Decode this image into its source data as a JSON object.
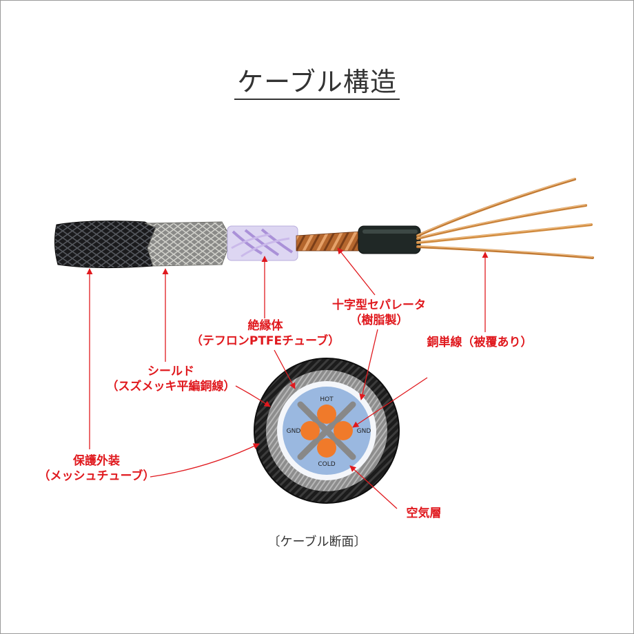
{
  "title": "ケーブル構造",
  "labels": {
    "outer_jacket": [
      "保護外装",
      "（メッシュチューブ）"
    ],
    "shield": [
      "シールド",
      "（スズメッキ平編銅線）"
    ],
    "insulator": [
      "絶縁体",
      "（テフロンPTFEチューブ）"
    ],
    "separator": [
      "十字型セパレータ",
      "（樹脂製）"
    ],
    "copper_wire": "銅単線（被覆あり）",
    "air_layer": "空気層"
  },
  "cross_section": {
    "hot": "HOT",
    "cold": "COLD",
    "gnd_left": "GND",
    "gnd_right": "GND"
  },
  "caption": "〔ケーブル断面〕",
  "colors": {
    "label_red": "#e0191e",
    "conductor_orange": "#f07a2a",
    "inner_blue": "#9ab8e0",
    "separator_gray": "#888888"
  }
}
